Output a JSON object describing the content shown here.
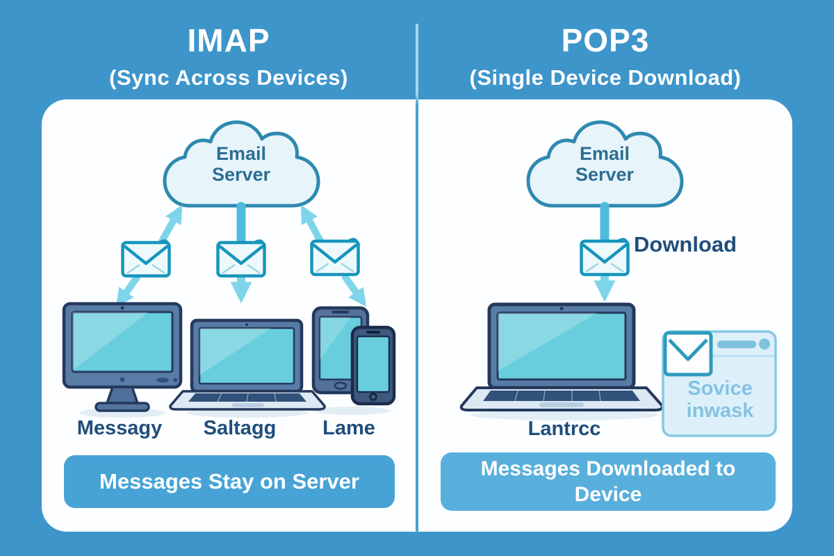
{
  "left_panel": {
    "title": "IMAP",
    "subtitle": "(Sync Across Devices)",
    "cloud_label": "Email Server",
    "device_labels": [
      "Messagy",
      "Saltagg",
      "Lame"
    ],
    "banner_label": "Messages Stay on Server"
  },
  "right_panel": {
    "title": "POP3",
    "subtitle": "(Single Device Download)",
    "cloud_label": "Email Server",
    "download_label": "Download",
    "device_label": "Lantrcc",
    "webmail_card_label": "Sovice inwask",
    "banner_label": "Messages Downloaded to Device"
  },
  "colors": {
    "background": "#3E95CA",
    "panel": "#FDFEFF",
    "banner_left": "#47A3D6",
    "banner_right": "#58AFDC",
    "arrow_cyan": "#7ED5EA",
    "connector_cyan": "#4FBBDD",
    "cloud_outline": "#2E89AF",
    "cloud_fill": "#E7F5FB",
    "envelope_teal": "#1795BC",
    "text_navy": "#1F4E7B",
    "cloud_text": "#2D6E93",
    "screen_cyan": "#68CEDD",
    "device_frame": "#587CA6",
    "device_outline": "#24395C",
    "card_fill": "#DDF0F9",
    "card_border": "#85C8E5",
    "card_text": "#84C2E1"
  }
}
